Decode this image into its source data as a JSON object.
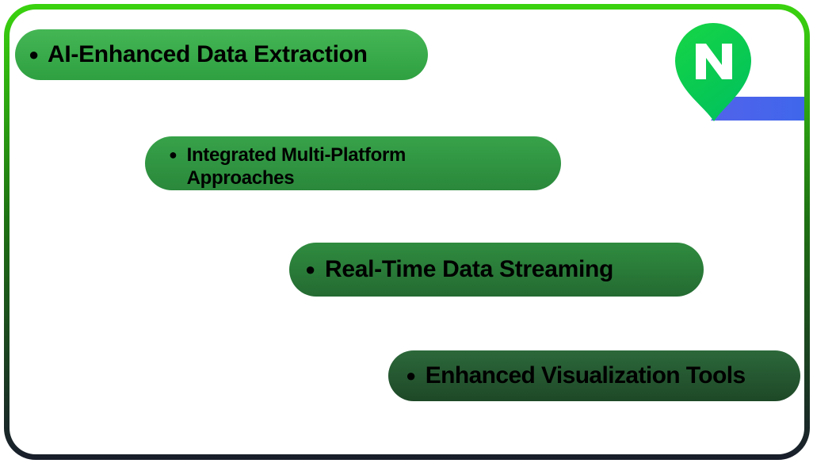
{
  "bullet": "●",
  "frame": {
    "background_color": "#FFFFFF",
    "border_gradient_top": "#3AD30F",
    "border_gradient_mid": "#1E7013",
    "border_gradient_bottom": "#191E2B"
  },
  "items": [
    {
      "label": "AI-Enhanced Data Extraction",
      "color_top": "#45B654",
      "color_bottom": "#2FA041"
    },
    {
      "label": "Integrated Multi-Platform Approaches",
      "color_top": "#37A249",
      "color_bottom": "#2A883B"
    },
    {
      "label": "Real-Time Data Streaming",
      "color_top": "#2F8C3F",
      "color_bottom": "#246A32"
    },
    {
      "label": "Enhanced Visualization Tools",
      "color_top": "#2C683A",
      "color_bottom": "#1E4827"
    }
  ],
  "logo": {
    "letter": "N",
    "letter_color": "#FFFFFF",
    "pin_color_top": "#16D545",
    "pin_color_bottom": "#02C35B",
    "band_color_left": "#5163EA",
    "band_color_right": "#3F66EC"
  }
}
